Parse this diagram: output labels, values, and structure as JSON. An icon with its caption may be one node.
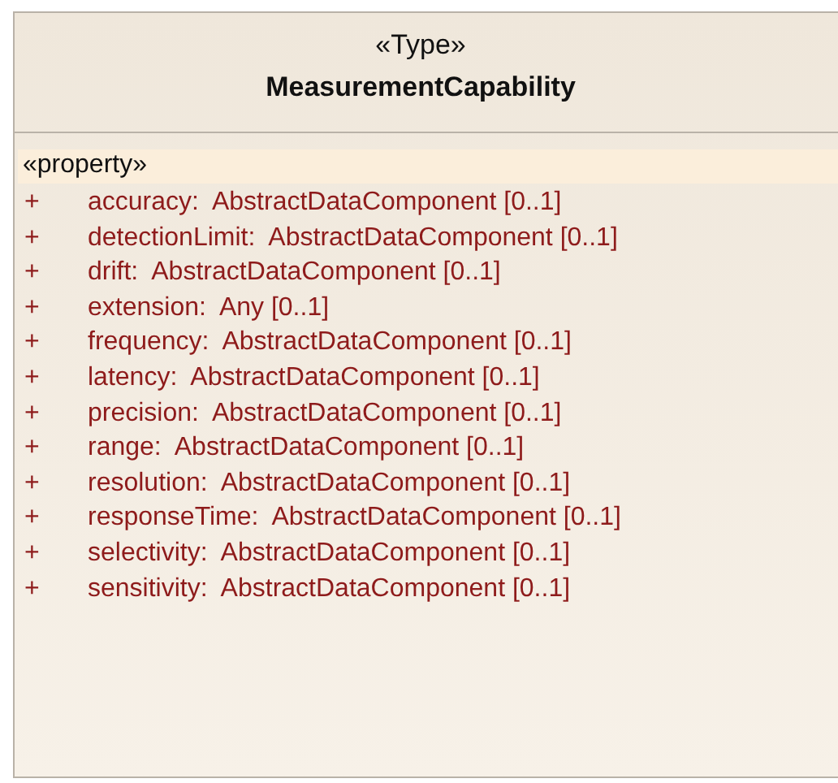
{
  "diagram": {
    "nodes": [
      {
        "text": [
          "«Type»",
          "MeasurementCapability",
          "«property»",
          "+",
          "accuracy:  AbstractDataComponent [0..1]",
          "+",
          "detectionLimit:  AbstractDataComponent [0..1]",
          "+",
          "drift:  AbstractDataComponent [0..1]",
          "+",
          "extension:  Any [0..1]",
          "+",
          "frequency:  AbstractDataComponent [0..1]",
          "+",
          "latency:  AbstractDataComponent [0..1]",
          "+",
          "precision:  AbstractDataComponent [0..1]",
          "+",
          "range:  AbstractDataComponent [0..1]",
          "+",
          "resolution:  AbstractDataComponent [0..1]",
          "+",
          "responseTime:  AbstractDataComponent [0..1]",
          "+",
          "selectivity:  AbstractDataComponent [0..1]",
          "+",
          "sensitivity:  AbstractDataComponent [0..1]"
        ]
      }
    ]
  }
}
